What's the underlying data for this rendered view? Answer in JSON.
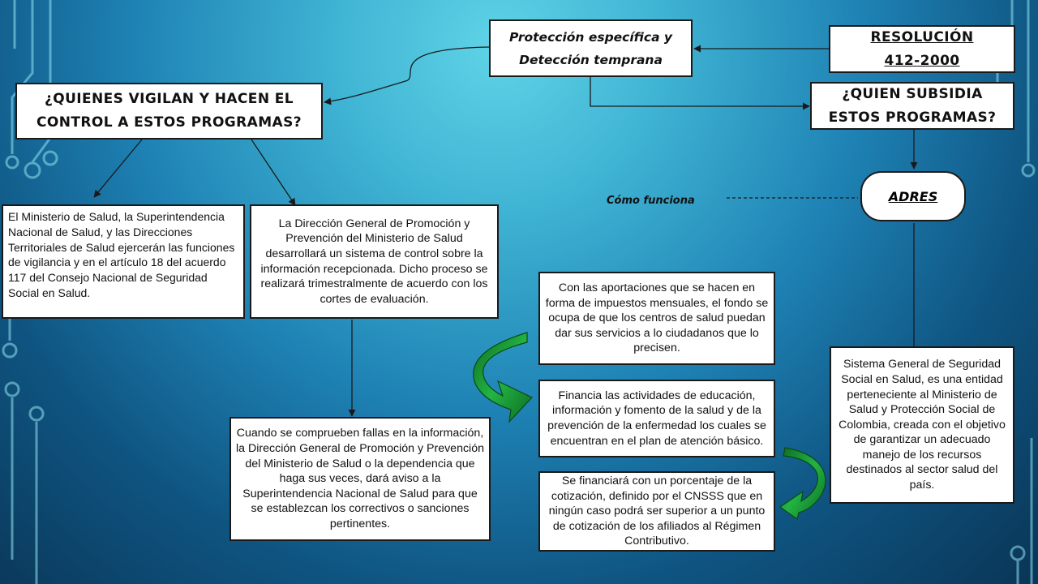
{
  "nodes": {
    "proteccion": "Protección específica y Detección temprana",
    "resolucion": "RESOLUCIÓN 412-2000",
    "quienes_vigilan": "¿QUIENES VIGILAN Y HACEN EL CONTROL A ESTOS PROGRAMAS?",
    "quien_subsidia": "¿QUIEN SUBSIDIA ESTOS PROGRAMAS?",
    "adres": "ADRES",
    "como_funciona": "Cómo funciona",
    "ministerio": "El Ministerio de Salud, la Superintendencia Nacional de Salud, y las Direcciones Territoriales de Salud ejercerán las funciones de vigilancia y en el artículo 18 del acuerdo 117 del Consejo Nacional de Seguridad Social en Salud.",
    "direccion_general": "La Dirección General de Promoción y Prevención del Ministerio de Salud desarrollará un sistema de control sobre la información recepcionada. Dicho proceso se realizará trimestralmente de acuerdo con los cortes de evaluación.",
    "fallas": "Cuando se comprueben fallas en la información, la Dirección General de Promoción y Prevención del Ministerio de Salud o la dependencia que haga sus veces, dará aviso a la Superintendencia Nacional de Salud para que se establezcan los correctivos o sanciones pertinentes.",
    "aportaciones": "Con las aportaciones que se hacen en forma de impuestos mensuales, el fondo se ocupa de que los centros de salud puedan dar sus servicios a lo ciudadanos que lo precisen.",
    "financia": "Financia las actividades de educación, información y fomento de la salud y de la prevención de la enfermedad los cuales se encuentran en el plan de atención básico.",
    "porcentaje": "Se financiará con un porcentaje de la cotización, definido por el CNSSS que en ningún caso podrá ser superior a un punto de cotización de los afiliados al Régimen Contributivo.",
    "sistema_general": "Sistema General de Seguridad Social en Salud, es una entidad perteneciente al Ministerio de Salud y Protección Social de Colombia, creada con el objetivo de garantizar un adecuado manejo de los recursos destinados al sector salud del país."
  },
  "colors": {
    "curved_arrow_fill": "#1fa83a",
    "curved_arrow_dark": "#0d6a22",
    "connector": "#1a1a1a"
  }
}
